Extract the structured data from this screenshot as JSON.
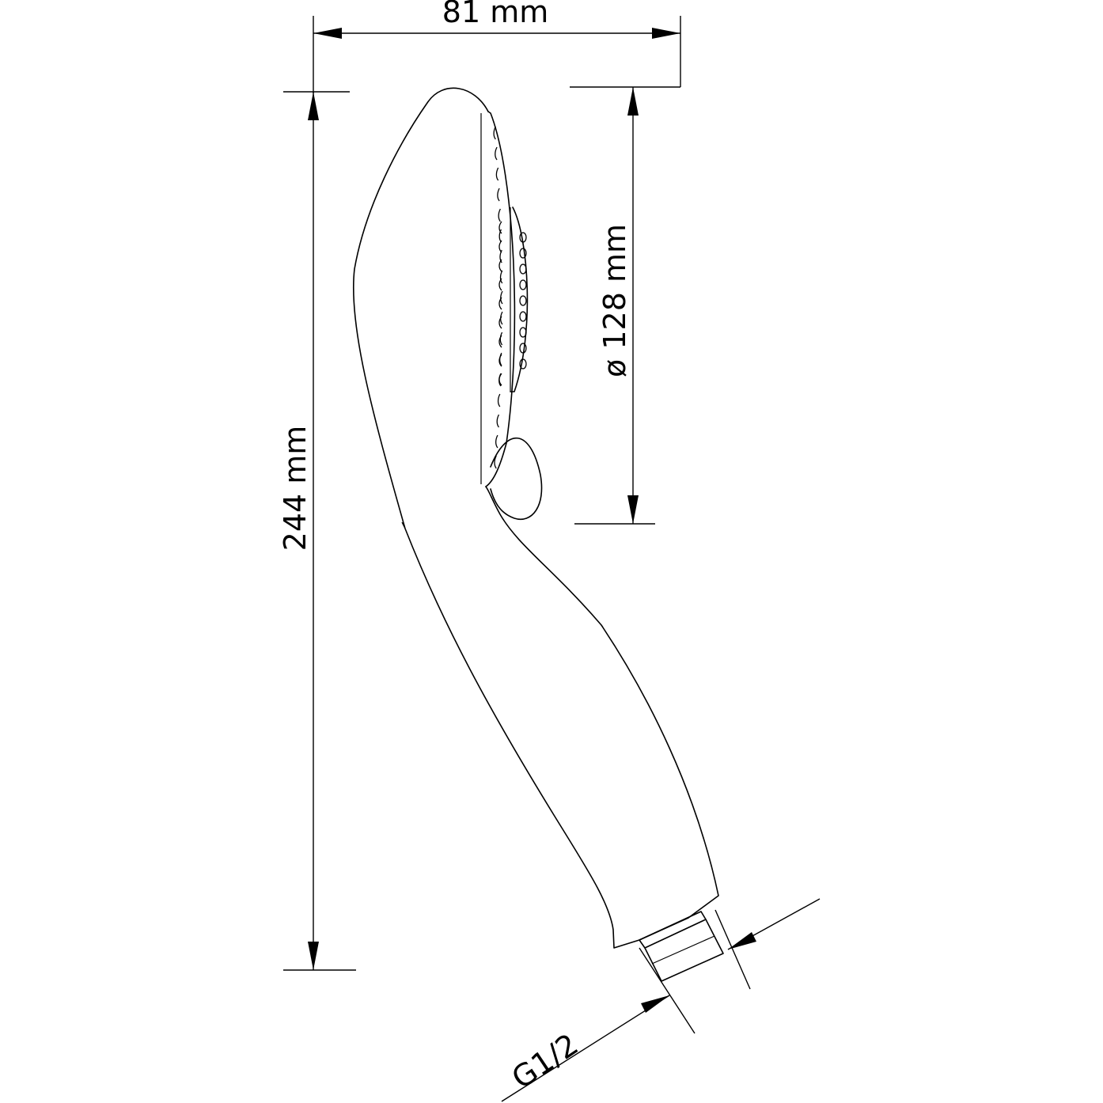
{
  "dimensions": {
    "width_label": "81 mm",
    "height_label": "244 mm",
    "diameter_label": "ø 128 mm",
    "thread_label": "G1/2"
  },
  "colors": {
    "line": "#000000",
    "background": "#ffffff"
  }
}
